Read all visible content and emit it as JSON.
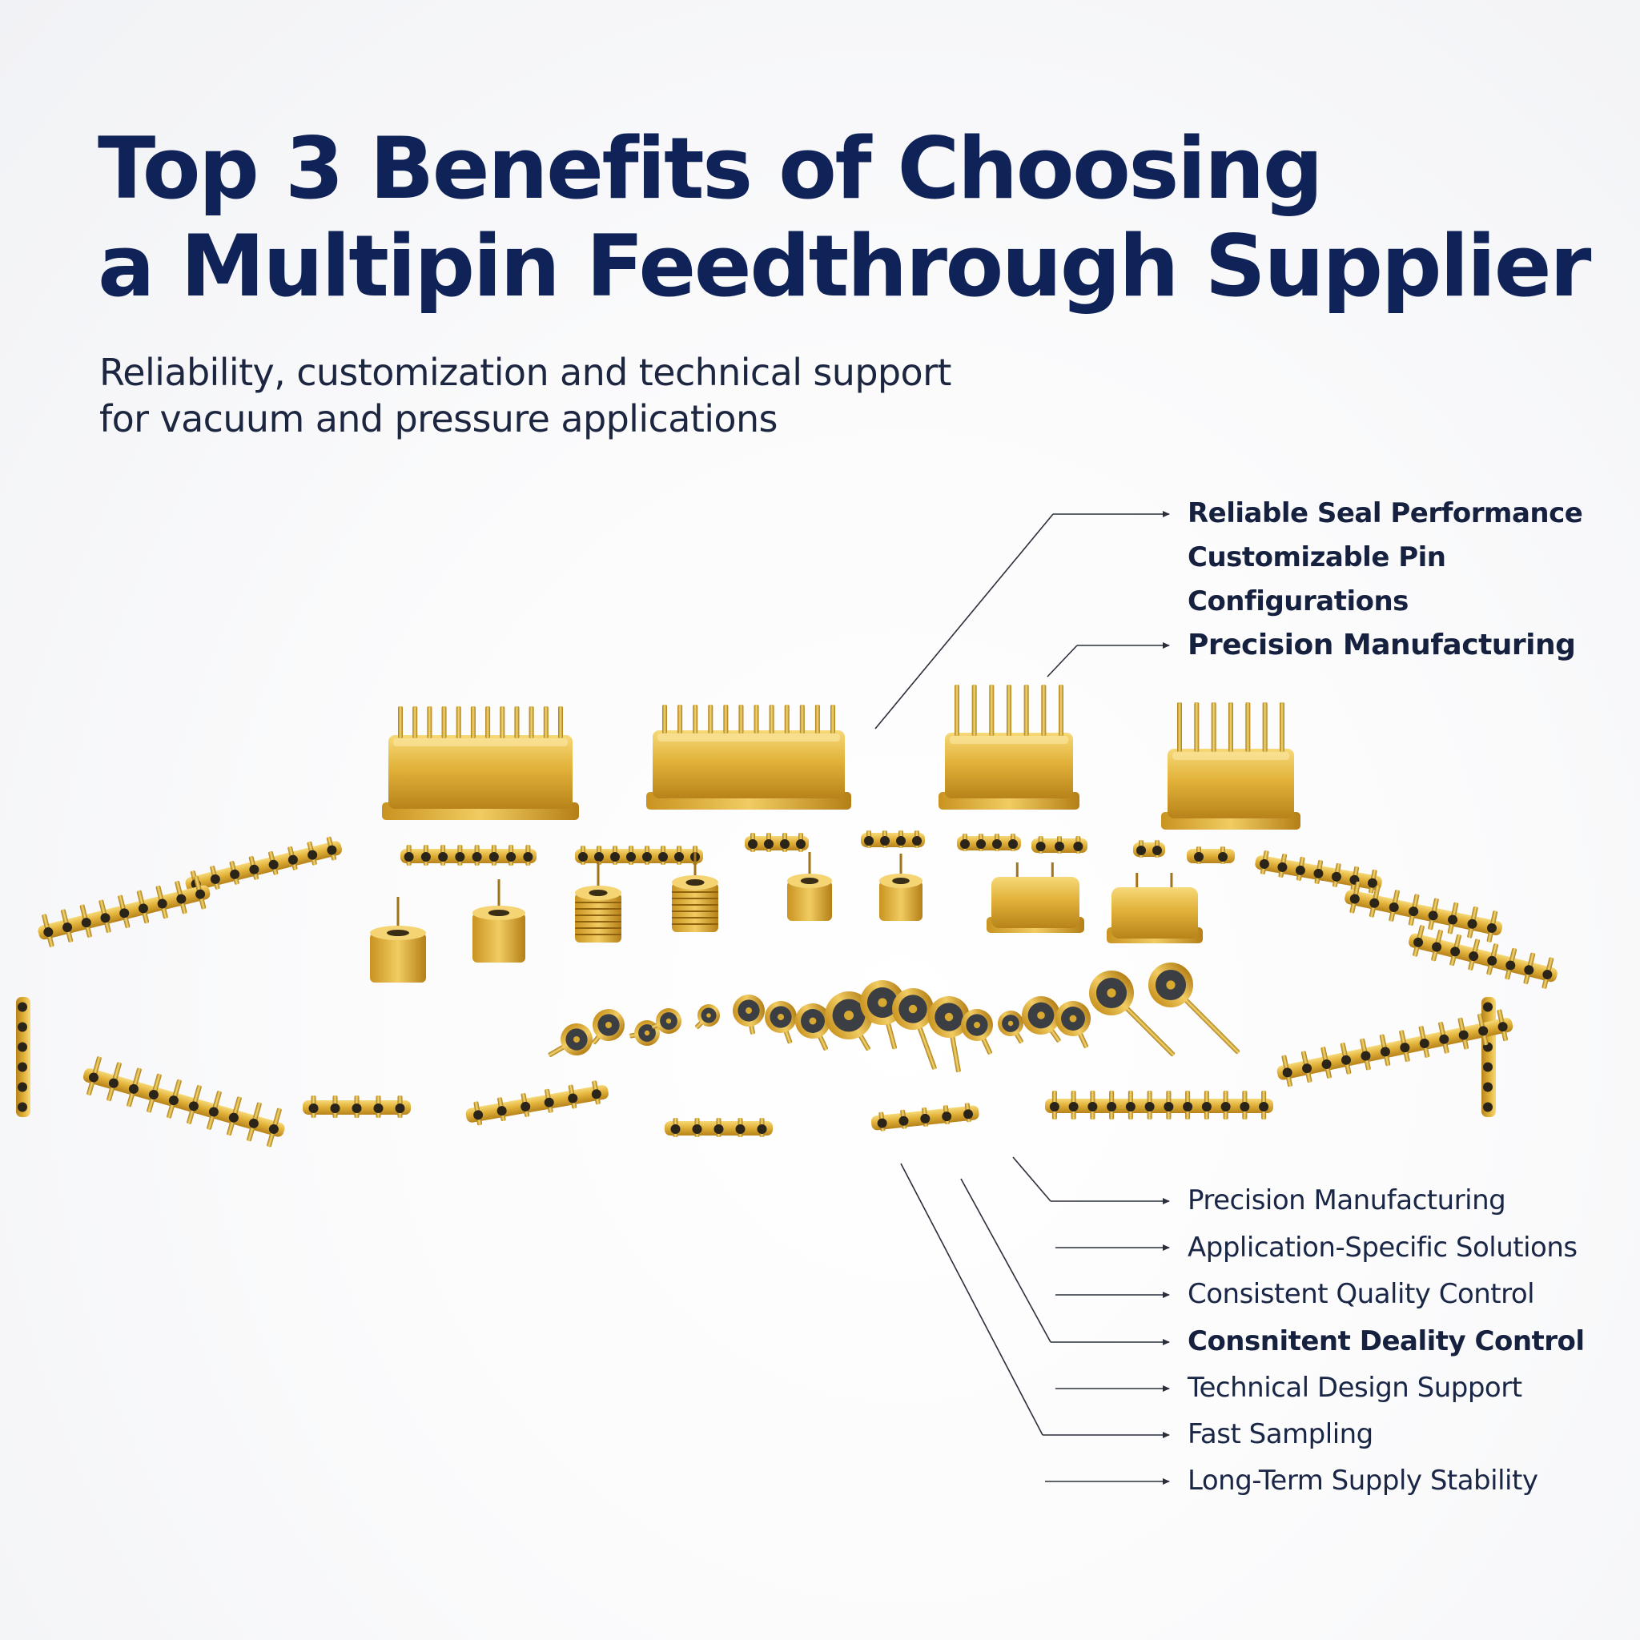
{
  "title": {
    "line1": "Top 3 Benefits of Choosing",
    "line2": "a Multipin Feedthrough Supplier"
  },
  "subtitle": {
    "line1": "Reliability, customization and technical support",
    "line2": "for vacuum and pressure applications"
  },
  "callouts_top": [
    "Reliable Seal Performance",
    "Customizable Pin",
    "Configurations",
    "Precision Manufacturing"
  ],
  "callouts_bottom": [
    "Precision Manufacturing",
    "Application-Specific Solutions",
    "Consistent Quality Control",
    "Consnitent Deality Control",
    "Technical Design Support",
    "Fast Sampling",
    "Long-Term Supply Stability"
  ],
  "colors": {
    "title": "#0f2358",
    "text": "#1a2646",
    "gold": "#d9a520",
    "gold_light": "#f3d26a",
    "gold_dark": "#9a6c0c",
    "line": "#2a2f3a"
  },
  "icons": [
    "arrow-right-icon",
    "feedthrough-connector-icon"
  ]
}
